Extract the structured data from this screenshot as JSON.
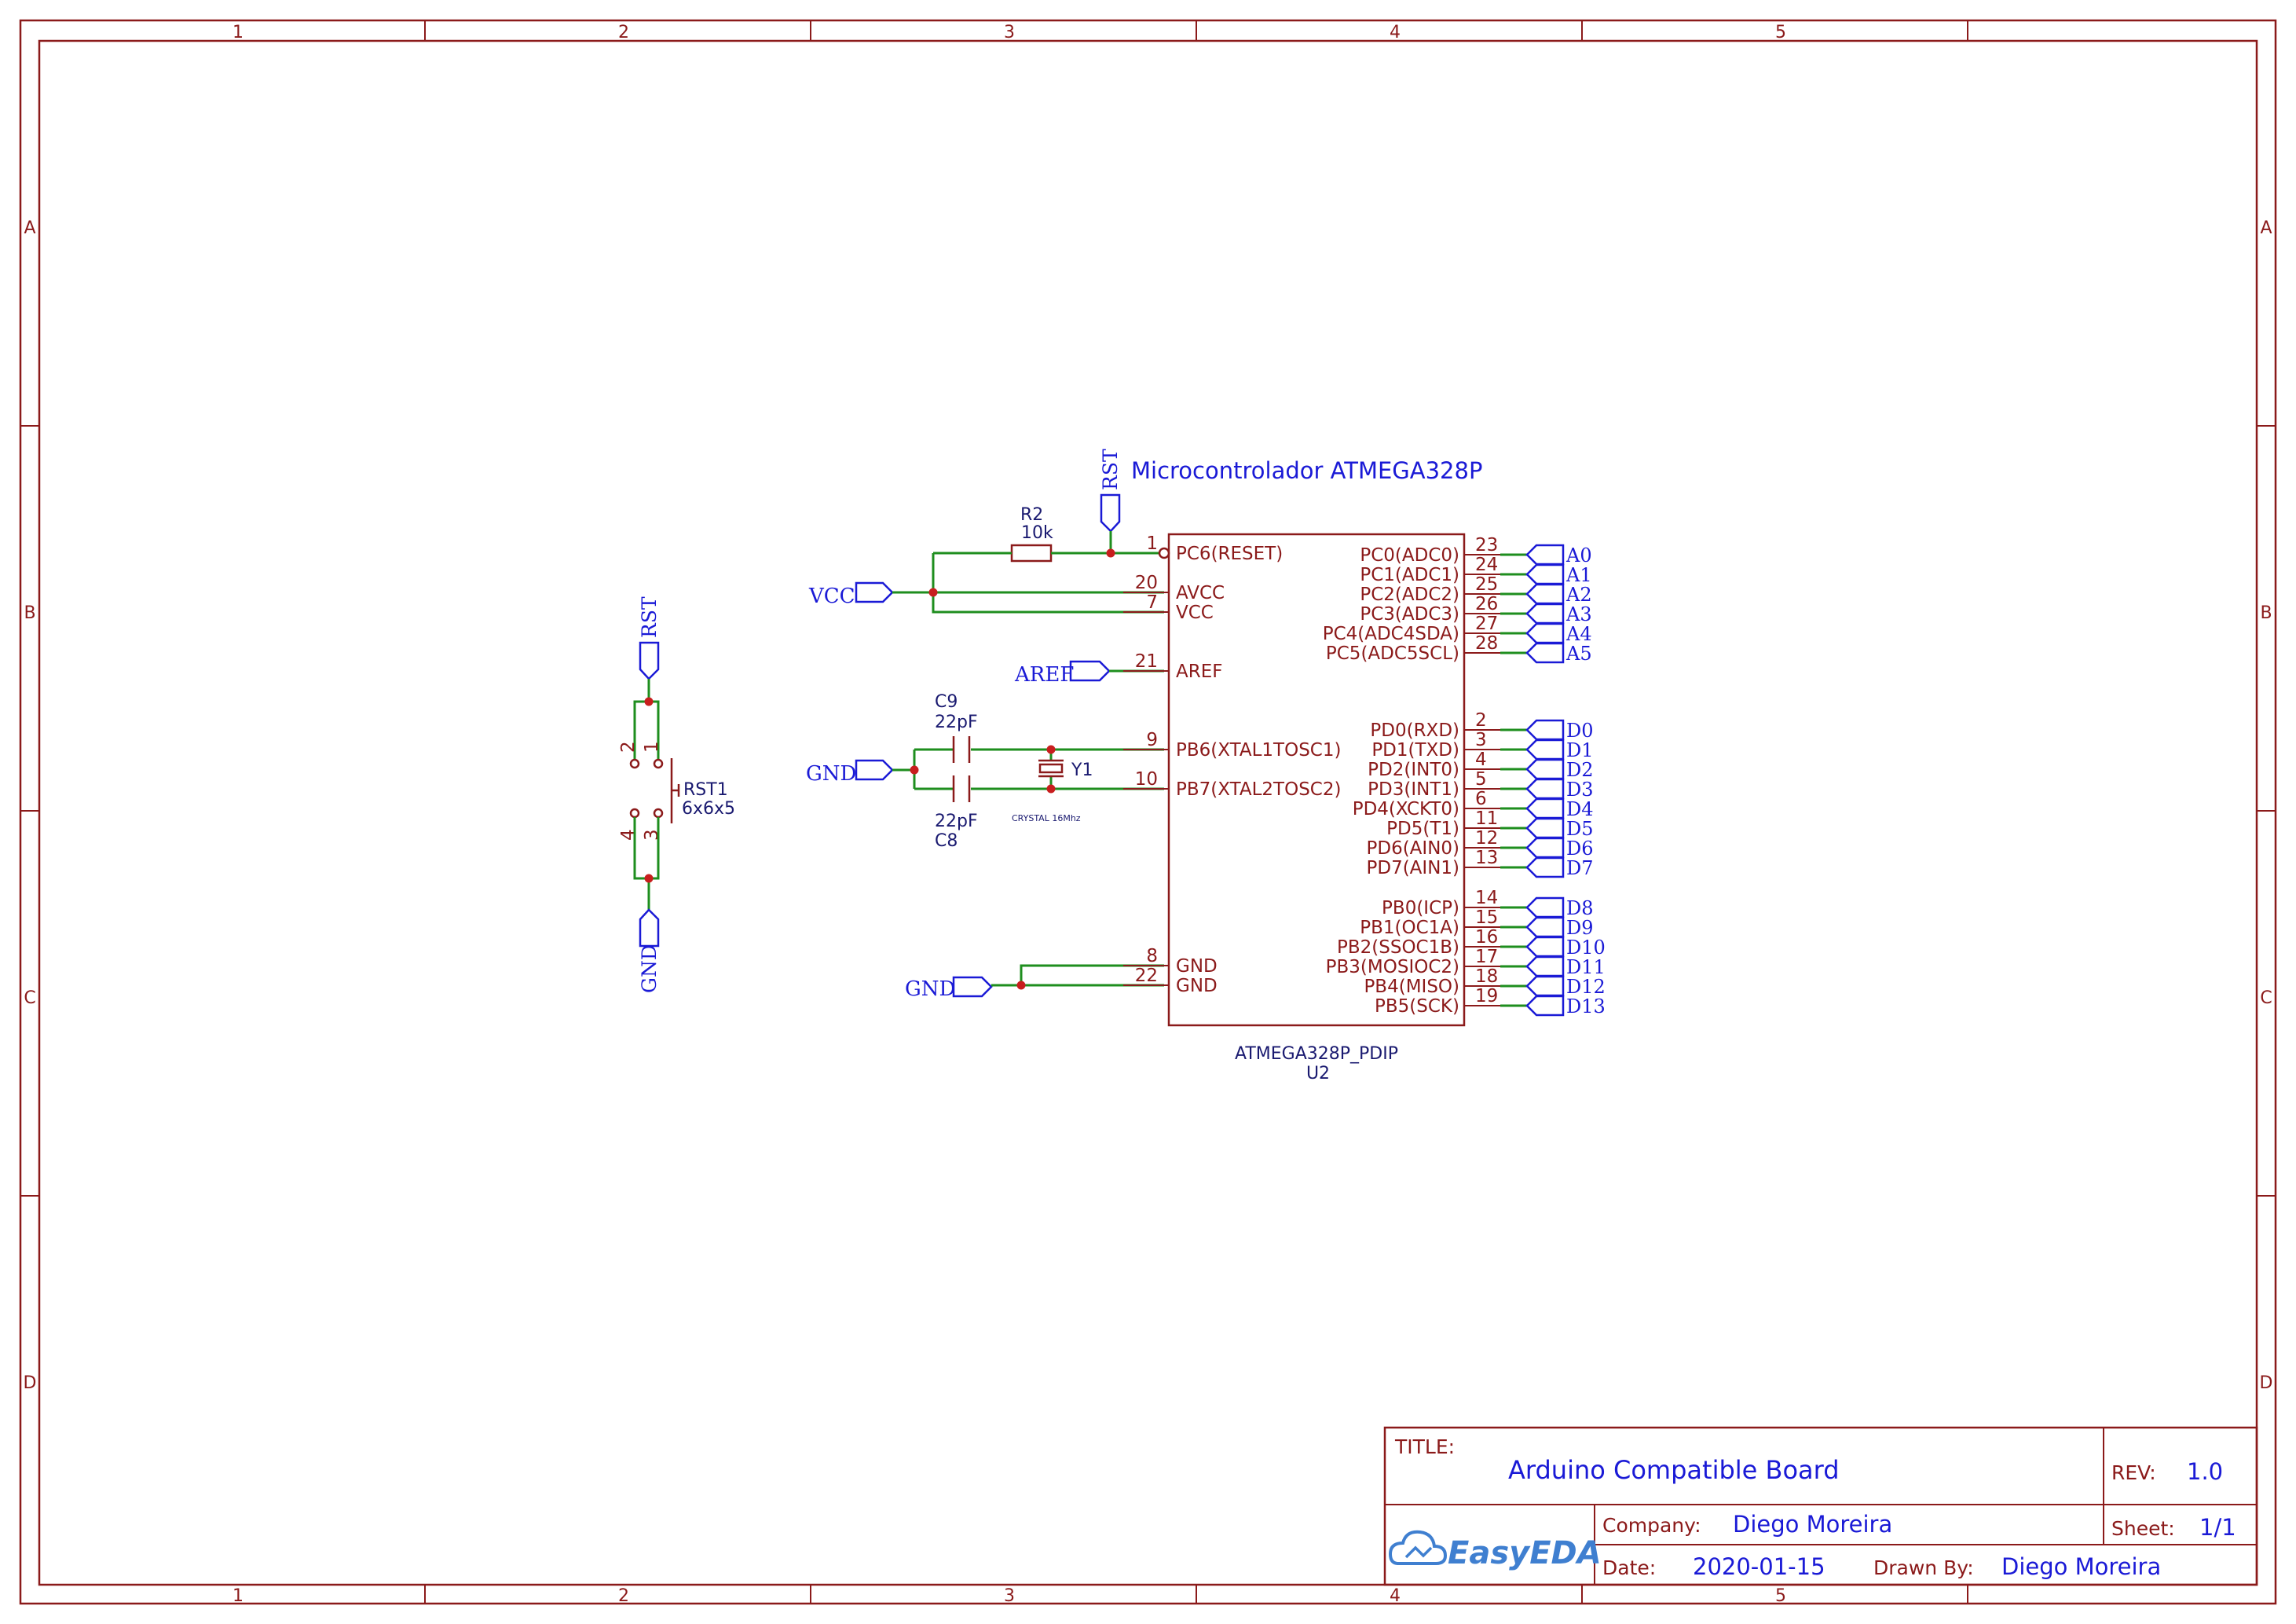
{
  "frame": {
    "columns": [
      "1",
      "2",
      "3",
      "4",
      "5"
    ],
    "rows": [
      "A",
      "B",
      "C",
      "D"
    ]
  },
  "schematic": {
    "section_title": "Microcontrolador ATMEGA328P",
    "mcu": {
      "part_name": "ATMEGA328P_PDIP",
      "designator": "U2",
      "left_pins": [
        {
          "num": "1",
          "name": "PC6(RESET)"
        },
        {
          "num": "20",
          "name": "AVCC"
        },
        {
          "num": "7",
          "name": "VCC"
        },
        {
          "num": "21",
          "name": "AREF"
        },
        {
          "num": "9",
          "name": "PB6(XTAL1TOSC1)"
        },
        {
          "num": "10",
          "name": "PB7(XTAL2TOSC2)"
        },
        {
          "num": "8",
          "name": "GND"
        },
        {
          "num": "22",
          "name": "GND"
        }
      ],
      "right_pins": [
        {
          "num": "23",
          "name": "PC0(ADC0)",
          "net": "A0"
        },
        {
          "num": "24",
          "name": "PC1(ADC1)",
          "net": "A1"
        },
        {
          "num": "25",
          "name": "PC2(ADC2)",
          "net": "A2"
        },
        {
          "num": "26",
          "name": "PC3(ADC3)",
          "net": "A3"
        },
        {
          "num": "27",
          "name": "PC4(ADC4SDA)",
          "net": "A4"
        },
        {
          "num": "28",
          "name": "PC5(ADC5SCL)",
          "net": "A5"
        },
        {
          "num": "2",
          "name": "PD0(RXD)",
          "net": "D0"
        },
        {
          "num": "3",
          "name": "PD1(TXD)",
          "net": "D1"
        },
        {
          "num": "4",
          "name": "PD2(INT0)",
          "net": "D2"
        },
        {
          "num": "5",
          "name": "PD3(INT1)",
          "net": "D3"
        },
        {
          "num": "6",
          "name": "PD4(XCKT0)",
          "net": "D4"
        },
        {
          "num": "11",
          "name": "PD5(T1)",
          "net": "D5"
        },
        {
          "num": "12",
          "name": "PD6(AIN0)",
          "net": "D6"
        },
        {
          "num": "13",
          "name": "PD7(AIN1)",
          "net": "D7"
        },
        {
          "num": "14",
          "name": "PB0(ICP)",
          "net": "D8"
        },
        {
          "num": "15",
          "name": "PB1(OC1A)",
          "net": "D9"
        },
        {
          "num": "16",
          "name": "PB2(SSOC1B)",
          "net": "D10"
        },
        {
          "num": "17",
          "name": "PB3(MOSIOC2)",
          "net": "D11"
        },
        {
          "num": "18",
          "name": "PB4(MISO)",
          "net": "D12"
        },
        {
          "num": "19",
          "name": "PB5(SCK)",
          "net": "D13"
        }
      ]
    },
    "resistor": {
      "designator": "R2",
      "value": "10k"
    },
    "cap_top": {
      "designator": "C9",
      "value": "22pF"
    },
    "cap_bottom": {
      "designator": "C8",
      "value": "22pF"
    },
    "crystal": {
      "designator": "Y1",
      "value": "CRYSTAL 16Mhz"
    },
    "switch": {
      "designator": "RST1",
      "value": "6x6x5",
      "pins": [
        "2",
        "1",
        "4",
        "3"
      ]
    },
    "nets": {
      "rst": "RST",
      "vcc": "VCC",
      "aref": "AREF",
      "gnd": "GND"
    }
  },
  "title_block": {
    "title_label": "TITLE:",
    "title": "Arduino Compatible Board",
    "rev_label": "REV:",
    "rev": "1.0",
    "company_label": "Company:",
    "company": "Diego Moreira",
    "sheet_label": "Sheet:",
    "sheet": "1/1",
    "date_label": "Date:",
    "date": "2020-01-15",
    "drawn_by_label": "Drawn By:",
    "drawn_by": "Diego Moreira",
    "logo_text": "EasyEDA",
    "colors": {
      "frame": "#8b1a1a",
      "wire": "#1e8e1e",
      "net": "#1a1ad6",
      "junction": "#c81e1e"
    }
  }
}
